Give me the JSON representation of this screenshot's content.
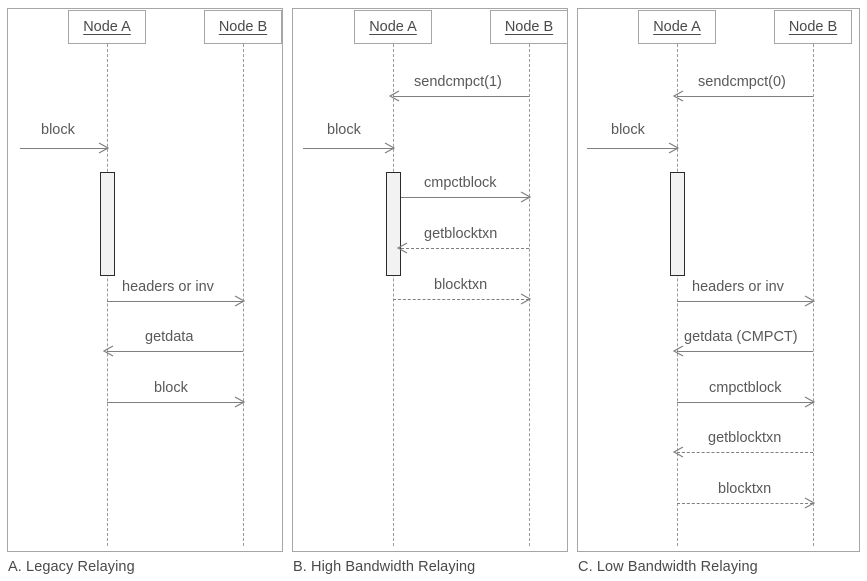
{
  "figure": {
    "title": "Compact block relaying sequence diagrams",
    "stroke_color": "#7f7f7f",
    "panel_border_color": "#a6a6a6",
    "activation_fill": "#f2f2f2",
    "activation_border": "#2b2b2b",
    "text_color": "#595959"
  },
  "panels": [
    {
      "id": "a",
      "caption": "A. Legacy Relaying",
      "participants": [
        {
          "id": "node-a",
          "label": "Node A"
        },
        {
          "id": "node-b",
          "label": "Node B"
        }
      ],
      "messages": [
        {
          "label": "block",
          "from": "external",
          "to": "node-a",
          "direction": "right",
          "style": "solid"
        },
        {
          "label": "headers or inv",
          "from": "node-a",
          "to": "node-b",
          "direction": "right",
          "style": "solid"
        },
        {
          "label": "getdata",
          "from": "node-b",
          "to": "node-a",
          "direction": "left",
          "style": "solid"
        },
        {
          "label": "block",
          "from": "node-a",
          "to": "node-b",
          "direction": "right",
          "style": "solid"
        }
      ]
    },
    {
      "id": "b",
      "caption": "B. High Bandwidth Relaying",
      "participants": [
        {
          "id": "node-a",
          "label": "Node A"
        },
        {
          "id": "node-b",
          "label": "Node B"
        }
      ],
      "messages": [
        {
          "label": "sendcmpct(1)",
          "from": "node-b",
          "to": "node-a",
          "direction": "left",
          "style": "solid"
        },
        {
          "label": "block",
          "from": "external",
          "to": "node-a",
          "direction": "right",
          "style": "solid"
        },
        {
          "label": "cmpctblock",
          "from": "node-a",
          "to": "node-b",
          "direction": "right",
          "style": "solid"
        },
        {
          "label": "getblocktxn",
          "from": "node-b",
          "to": "node-a",
          "direction": "left",
          "style": "dashed"
        },
        {
          "label": "blocktxn",
          "from": "node-a",
          "to": "node-b",
          "direction": "right",
          "style": "dashed"
        }
      ]
    },
    {
      "id": "c",
      "caption": "C. Low Bandwidth Relaying",
      "participants": [
        {
          "id": "node-a",
          "label": "Node A"
        },
        {
          "id": "node-b",
          "label": "Node B"
        }
      ],
      "messages": [
        {
          "label": "sendcmpct(0)",
          "from": "node-b",
          "to": "node-a",
          "direction": "left",
          "style": "solid"
        },
        {
          "label": "block",
          "from": "external",
          "to": "node-a",
          "direction": "right",
          "style": "solid"
        },
        {
          "label": "headers or inv",
          "from": "node-a",
          "to": "node-b",
          "direction": "right",
          "style": "solid"
        },
        {
          "label": "getdata (CMPCT)",
          "from": "node-b",
          "to": "node-a",
          "direction": "left",
          "style": "solid"
        },
        {
          "label": "cmpctblock",
          "from": "node-a",
          "to": "node-b",
          "direction": "right",
          "style": "solid"
        },
        {
          "label": "getblocktxn",
          "from": "node-b",
          "to": "node-a",
          "direction": "left",
          "style": "dashed"
        },
        {
          "label": "blocktxn",
          "from": "node-a",
          "to": "node-b",
          "direction": "right",
          "style": "dashed"
        }
      ]
    }
  ]
}
